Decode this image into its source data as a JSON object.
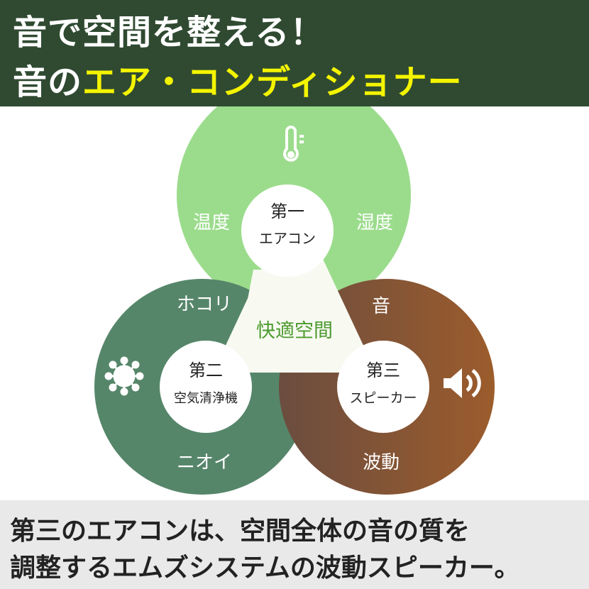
{
  "header": {
    "line1": "音で空間を整える！",
    "line2_prefix": "音の",
    "line2_highlight": "エア・コンディショナー"
  },
  "diagram": {
    "center": "快適空間",
    "top": {
      "title": "第一",
      "subtitle": "エアコン",
      "left": "温度",
      "right": "湿度",
      "icon": "thermometer-icon",
      "color": "#9bdc8c"
    },
    "left": {
      "title": "第二",
      "subtitle": "空気清浄機",
      "top": "ホコリ",
      "bottom": "ニオイ",
      "icon": "virus-icon",
      "color": "#56866a"
    },
    "right": {
      "title": "第三",
      "subtitle": "スピーカー",
      "top": "音",
      "bottom": "波動",
      "icon": "speaker-icon",
      "color": "#8a5533"
    }
  },
  "footer": {
    "line1": "第三のエアコンは、空間全体の音の質を",
    "line2": "調整するエムズシステムの波動スピーカー。"
  }
}
